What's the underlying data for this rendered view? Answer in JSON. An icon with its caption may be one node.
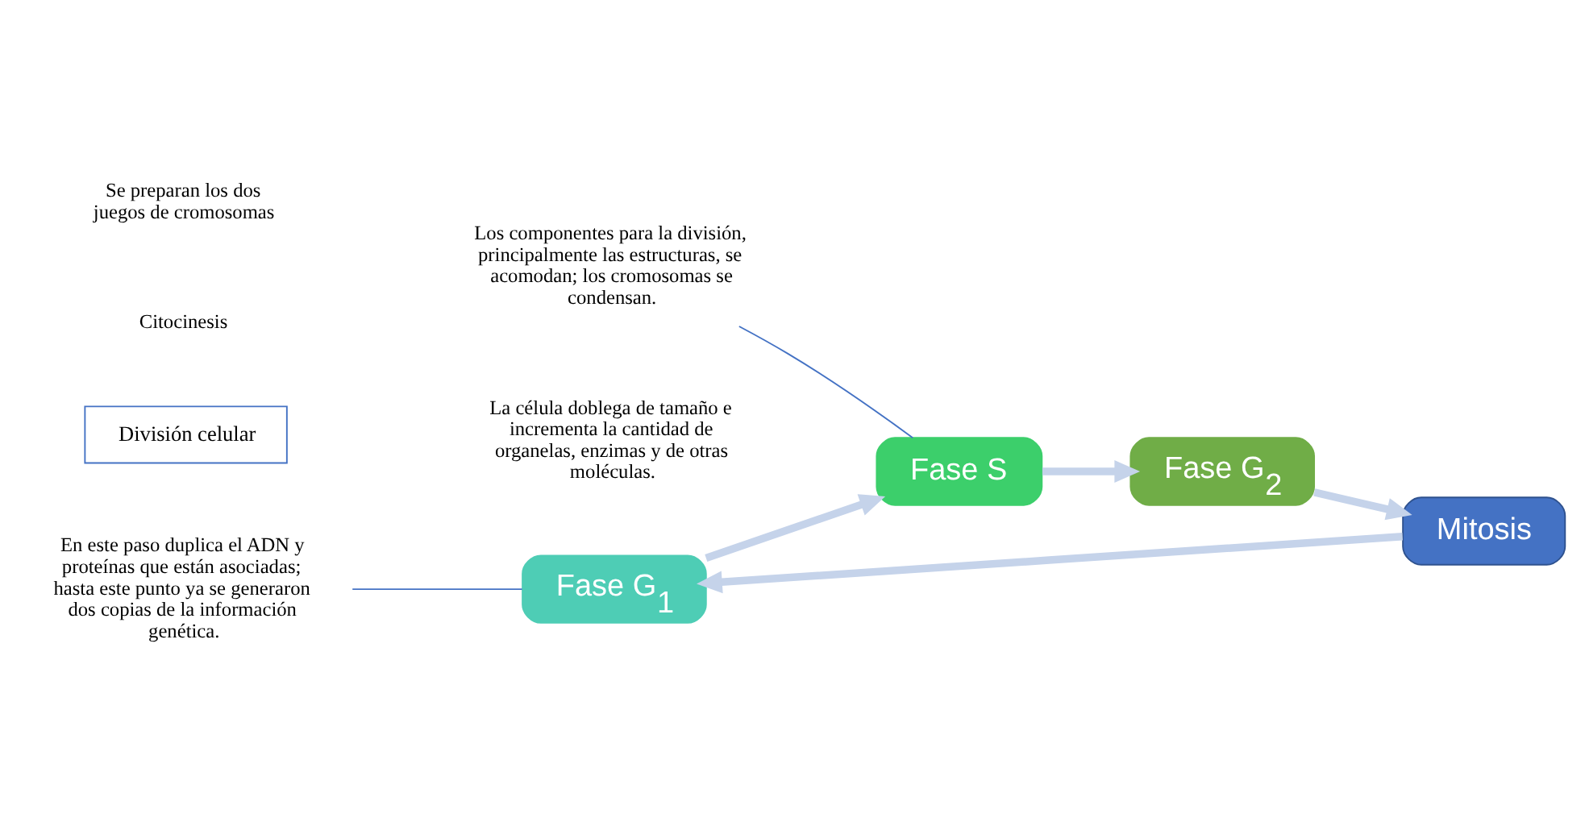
{
  "diagram": {
    "nodes": [
      {
        "text": [
          "Fase G$_{1}$"
        ],
        "beside": [
          "La célula doblega de tamaño e incrementa la cantidad de organelas, enzimas y de otras moléculas."
        ]
      },
      {
        "text": [
          "En este paso duplica el ADN y proteínas que están asociadas; hasta este punto ya se generaron dos copias de la información genética."
        ]
      },
      {
        "text": [
          "Fase S"
        ]
      },
      {
        "text": [
          "Los componentes para la división, principalmente las estructuras, se acomodan; los cromosomas se condensan."
        ]
      },
      {
        "text": [
          "Fase G$_{2}$"
        ]
      },
      {
        "text": [
          "Mitosis"
        ]
      },
      {
        "text": [
          "División celular"
        ]
      }
    ],
    "edges": [
      {
        "from": 0,
        "to": 2,
        "arrow": "to"
      },
      {
        "from": 2,
        "to": 4,
        "arrow": "to"
      },
      {
        "from": 4,
        "to": 5,
        "arrow": "to"
      },
      {
        "from": 5,
        "to": 0,
        "arrow": "to"
      },
      {
        "from": 1,
        "to": 0,
        "arrow": "none",
        "color": "#4472c4"
      },
      {
        "from": 3,
        "to": 2,
        "arrow": "none",
        "color": "#4472c4"
      }
    ],
    "labels": [
      "Citocinesis",
      "Se preparan los dos juegos de cromosomas"
    ]
  }
}
